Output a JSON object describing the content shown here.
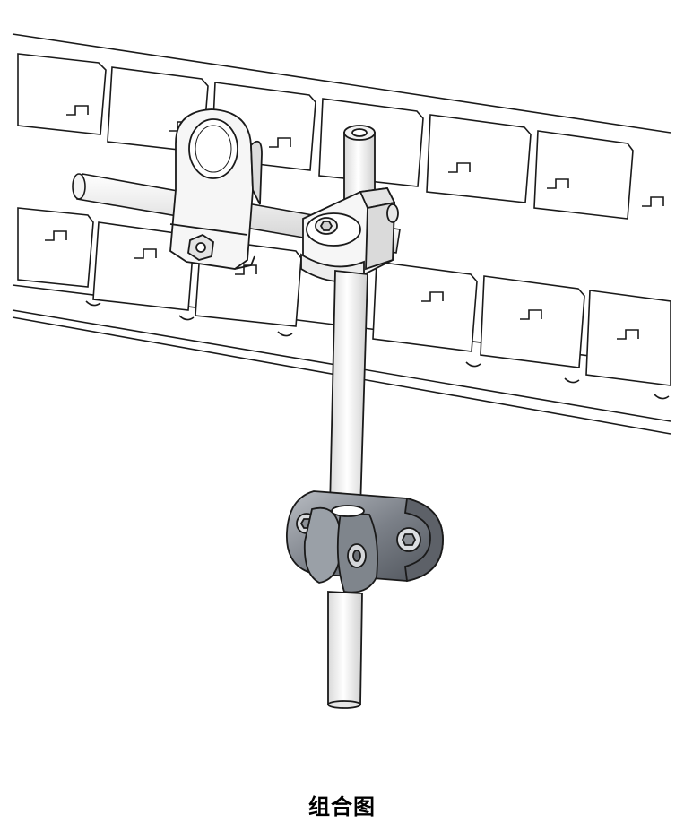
{
  "caption": "组合图",
  "colors": {
    "line": "#1a1a1a",
    "plate": "#ffffff",
    "metal_light": "#e9e9e9",
    "metal_dark": "#6f737a",
    "metal_mid": "#9ea3aa"
  },
  "parts": [
    "chain-conveyor",
    "cross-rod",
    "eye-clamp-bracket",
    "cross-clamp",
    "vertical-rod",
    "swivel-joint"
  ]
}
